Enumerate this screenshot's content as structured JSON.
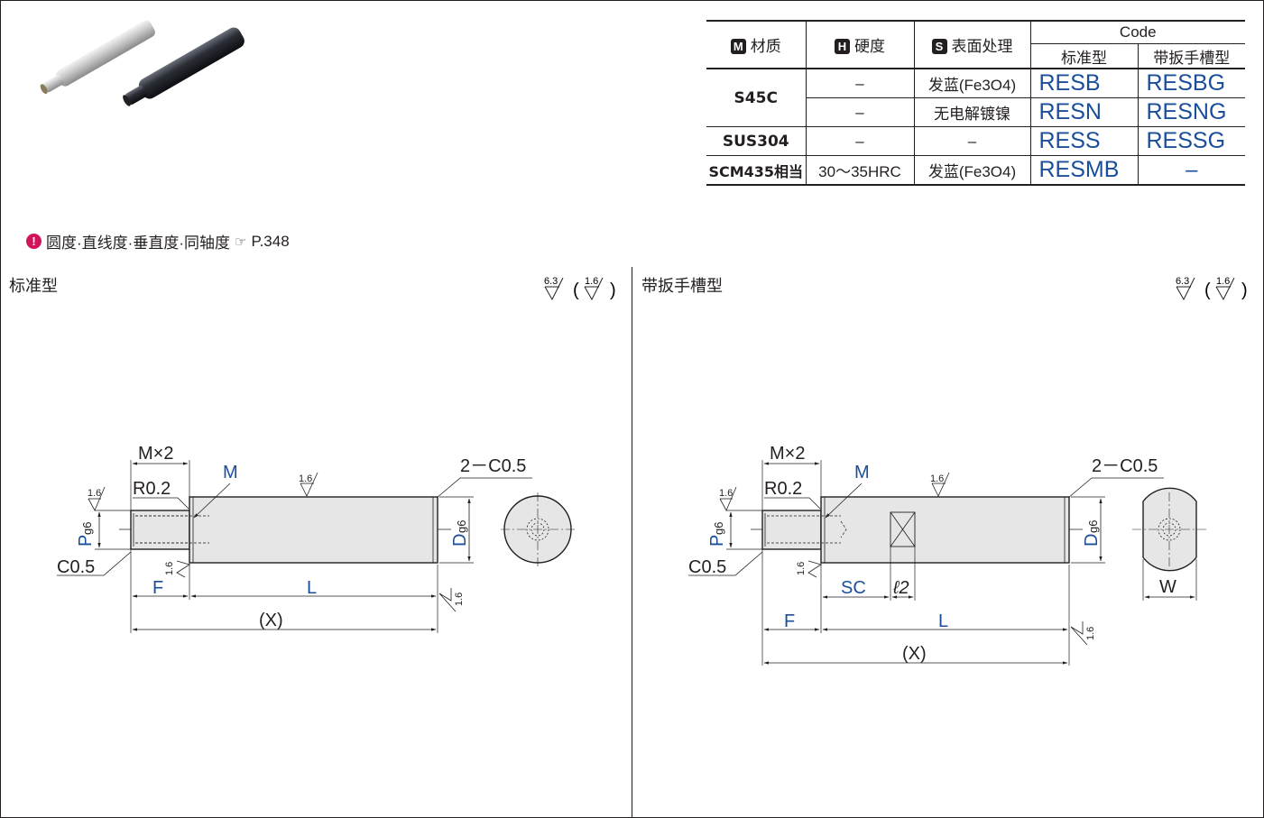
{
  "table": {
    "header": {
      "material": "材质",
      "material_badge": "M",
      "hardness": "硬度",
      "hardness_badge": "H",
      "surface": "表面处理",
      "surface_badge": "S",
      "code": "Code",
      "standard": "标准型",
      "wrench": "带扳手槽型"
    },
    "rows": [
      {
        "material": "S45C",
        "hardness": "–",
        "surface": "发蓝(Fe3O4)",
        "standard": "RESB",
        "wrench": "RESBG"
      },
      {
        "material": "",
        "hardness": "–",
        "surface": "无电解镀镍",
        "standard": "RESN",
        "wrench": "RESNG"
      },
      {
        "material": "SUS304",
        "hardness": "–",
        "surface": "–",
        "standard": "RESS",
        "wrench": "RESSG"
      },
      {
        "material": "SCM435相当",
        "hardness": "30～35HRC",
        "surface": "发蓝(Fe3O4)",
        "standard": "RESMB",
        "wrench": "–"
      }
    ]
  },
  "note": {
    "text": "圆度·直线度·垂直度·同轴度",
    "ref": "☞",
    "page": "P.348"
  },
  "sections": {
    "standard_title": "标准型",
    "wrench_title": "带扳手槽型",
    "roughness_main": "6.3",
    "roughness_paren": "1.6"
  },
  "drawing_standard": {
    "m2": "M×2",
    "r": "R0.2",
    "m": "M",
    "rough": "1.6",
    "chamfer": "2－C0.5",
    "c": "C0.5",
    "p": "P",
    "p_tol": "g6",
    "d": "D",
    "d_tol": "g6",
    "f": "F",
    "l": "L",
    "x": "(X)"
  },
  "drawing_wrench": {
    "m2": "M×2",
    "r": "R0.2",
    "m": "M",
    "rough": "1.6",
    "chamfer": "2－C0.5",
    "c": "C0.5",
    "p": "P",
    "p_tol": "g6",
    "d": "D",
    "d_tol": "g6",
    "sc": "SC",
    "l2": "ℓ2",
    "f": "F",
    "l": "L",
    "x": "(X)",
    "w": "W"
  },
  "colors": {
    "blue": "#1a4e9a",
    "line": "#231f20",
    "pink": "#d2145a"
  }
}
